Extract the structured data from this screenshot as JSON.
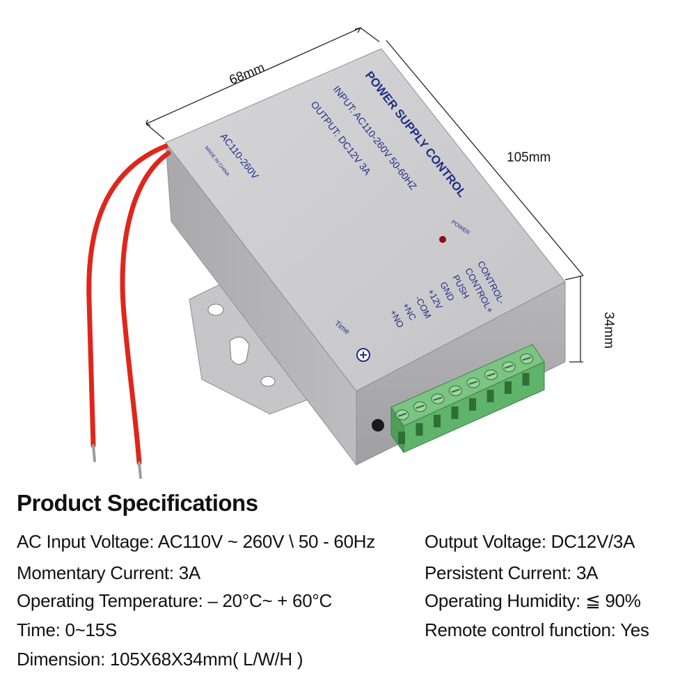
{
  "dimensions": {
    "width": "68mm",
    "length": "105mm",
    "height": "34mm"
  },
  "device": {
    "title": "POWER SUPPLY CONTROL",
    "input": "INPUT: AC110-260V 50-60HZ",
    "output": "OUTPUT: DC12V  3A",
    "side_voltage": "AC110-260V",
    "made_in": "MADE IN CHINA",
    "power_led_label": "POWER",
    "time_label": "Time",
    "terminals": [
      "CONTROL-",
      "CONTROL+",
      "PUSH",
      "GND",
      "+12V",
      "-COM",
      "+NC",
      "+NO"
    ]
  },
  "colors": {
    "wire": "#e0261b",
    "terminal_block": "#5fb36a",
    "label_blue": "#1f2d86",
    "box_gray": "#cfcfd1"
  },
  "specs": {
    "title": "Product Specifications",
    "items": [
      "AC Input Voltage: AC110V ~ 260V \\ 50 - 60Hz",
      "Output Voltage: DC12V/3A",
      "Momentary Current: 3A",
      "Persistent Current: 3A",
      "Operating Temperature: – 20°C~ + 60°C",
      "Operating Humidity: ≦ 90%",
      "Time: 0~15S",
      "Remote control function: Yes",
      "Dimension: 105X68X34mm( L/W/H )"
    ]
  }
}
